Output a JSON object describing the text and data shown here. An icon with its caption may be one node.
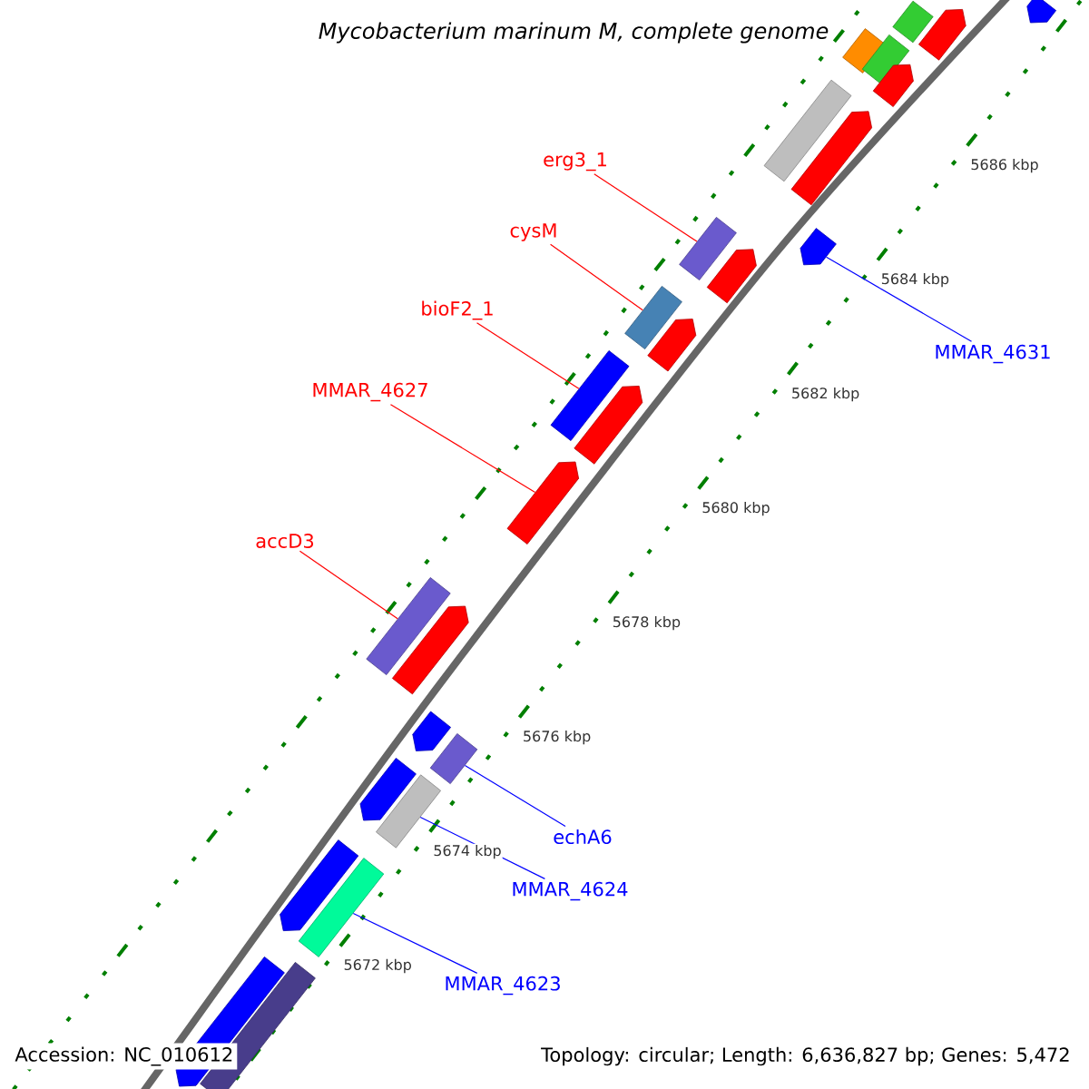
{
  "diagram": {
    "title": "Mycobacterium marinum M, complete genome",
    "nodes": [
      {
        "text": [
          "erg3_1"
        ]
      },
      {
        "text": [
          "cysM"
        ]
      },
      {
        "text": [
          "bioF2_1"
        ]
      },
      {
        "text": [
          "MMAR_4631"
        ]
      },
      {
        "text": [
          "MMAR_4627"
        ]
      },
      {
        "text": [
          "accD3"
        ]
      },
      {
        "text": [
          "echA6"
        ]
      },
      {
        "text": [
          "MMAR_4624"
        ]
      },
      {
        "text": [
          "MMAR_4623"
        ]
      },
      {
        "text": [],
        "shape": "box"
      },
      {
        "text": [],
        "shape": "pentagon"
      },
      {
        "text": [],
        "shape": "pentagon"
      },
      {
        "text": [],
        "shape": "box"
      },
      {
        "text": [],
        "shape": "box"
      },
      {
        "text": [],
        "shape": "pentagon"
      },
      {
        "text": [],
        "shape": "box"
      },
      {
        "text": [],
        "shape": "pentagon"
      },
      {
        "text": [],
        "shape": "pentagon"
      },
      {
        "text": [],
        "shape": "box"
      },
      {
        "text": [],
        "shape": "pentagon"
      },
      {
        "text": [],
        "shape": "box"
      },
      {
        "text": [],
        "shape": "pentagon"
      },
      {
        "text": [],
        "shape": "box"
      },
      {
        "text": [],
        "shape": "pentagon"
      },
      {
        "text": [],
        "shape": "pentagon"
      },
      {
        "text": [],
        "shape": "box"
      },
      {
        "text": [],
        "shape": "pentagon"
      },
      {
        "text": [],
        "shape": "pentagon"
      },
      {
        "text": [],
        "shape": "box"
      },
      {
        "text": [],
        "shape": "pentagon"
      },
      {
        "text": [],
        "shape": "box"
      },
      {
        "text": [],
        "shape": "pentagon"
      },
      {
        "text": [],
        "shape": "box"
      },
      {
        "text": [],
        "shape": "pentagon"
      },
      {
        "text": [],
        "shape": "box"
      }
    ],
    "edges": [
      {
        "from": 0,
        "to": 18,
        "arrow": "none"
      },
      {
        "from": 1,
        "to": 20,
        "arrow": "none"
      },
      {
        "from": 2,
        "to": 22,
        "arrow": "none"
      },
      {
        "from": 3,
        "to": 17,
        "arrow": "none",
        "color": "#0000ff"
      },
      {
        "from": 4,
        "to": 24,
        "arrow": "none"
      },
      {
        "from": 5,
        "to": 25,
        "arrow": "none"
      },
      {
        "from": 6,
        "to": 28,
        "arrow": "none",
        "color": "#0000ff"
      },
      {
        "from": 7,
        "to": 30,
        "arrow": "none",
        "color": "#0000ff"
      },
      {
        "from": 8,
        "to": 32,
        "arrow": "none",
        "color": "#0000ff"
      }
    ],
    "labels": [
      "5686 kbp",
      "5684 kbp",
      "5682 kbp",
      "5680 kbp",
      "5678 kbp",
      "5676 kbp",
      "5674 kbp",
      "5672 kbp",
      "Accession: NC_010612",
      "Topology: circular; Length: 6,636,827 bp; Genes: 5,472"
    ]
  }
}
